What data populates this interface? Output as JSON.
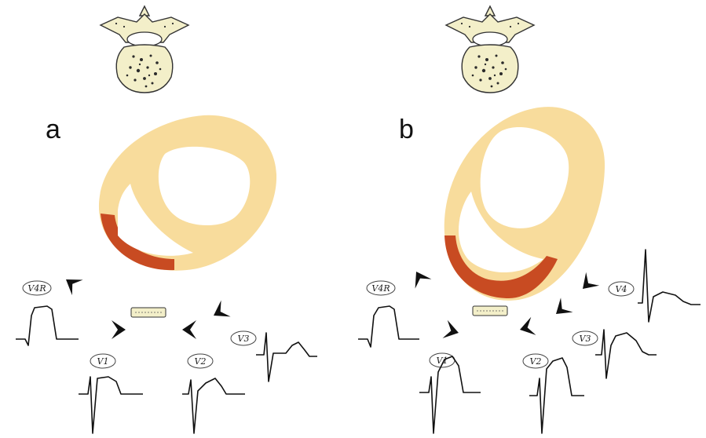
{
  "panels": [
    {
      "label": "a",
      "leads": [
        "V4R",
        "V1",
        "V2",
        "V3"
      ]
    },
    {
      "label": "b",
      "leads": [
        "V4R",
        "V1",
        "V2",
        "V3",
        "V4"
      ]
    }
  ],
  "colors": {
    "myocardium": "#f8dc9c",
    "infarct": "#c84b22",
    "bone": "#f3efc9"
  }
}
